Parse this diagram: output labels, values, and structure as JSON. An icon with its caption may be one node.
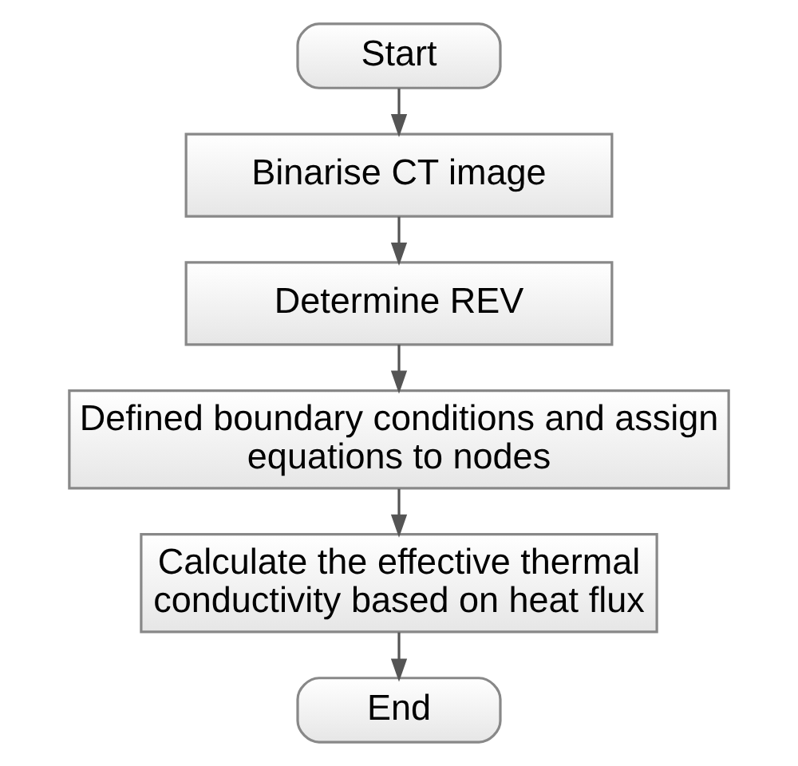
{
  "diagram": {
    "nodes": [
      {
        "text": [
          "Start"
        ]
      },
      {
        "text": [
          "Binarise CT image"
        ]
      },
      {
        "text": [
          "Determine REV"
        ]
      },
      {
        "text": [
          "Defined boundary conditions and assign equations to nodes"
        ]
      },
      {
        "text": [
          "Calculate the effective thermal conductivity based on heat flux"
        ]
      },
      {
        "text": [
          "End"
        ]
      }
    ],
    "edges": [
      {
        "from": 0,
        "to": 1,
        "arrow": "to"
      },
      {
        "from": 1,
        "to": 2,
        "arrow": "to"
      },
      {
        "from": 2,
        "to": 3,
        "arrow": "to"
      },
      {
        "from": 3,
        "to": 4,
        "arrow": "to"
      },
      {
        "from": 4,
        "to": 5,
        "arrow": "to"
      }
    ]
  }
}
